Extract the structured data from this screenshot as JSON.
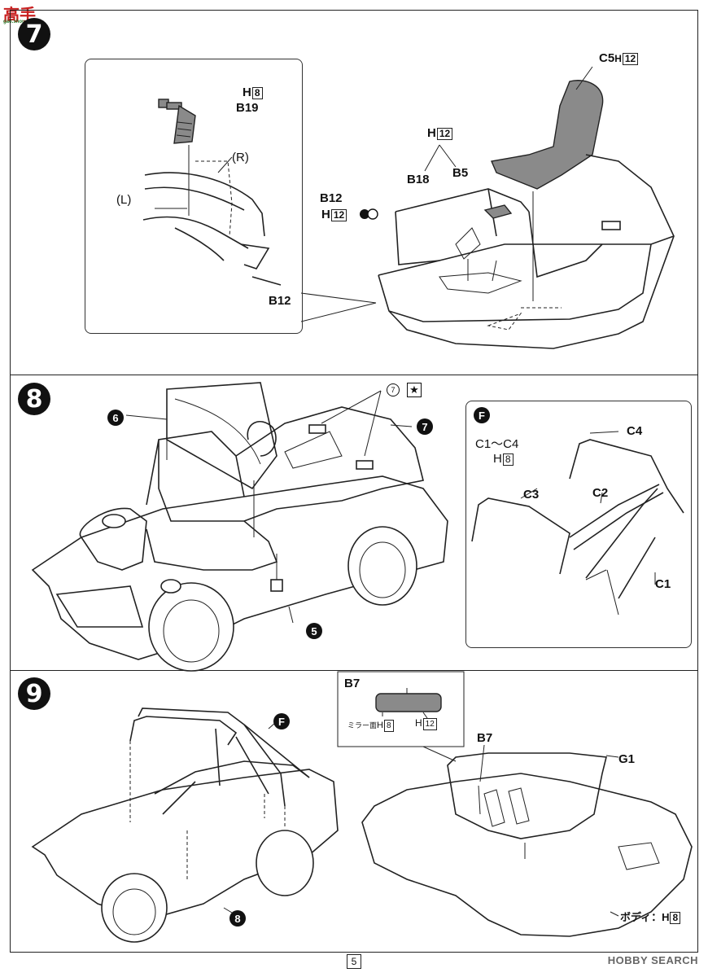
{
  "watermark": {
    "text": "高手",
    "url": "gao.shou.com"
  },
  "steps": {
    "s7": "7",
    "s8": "8",
    "s9": "9"
  },
  "step7": {
    "inset": {
      "b19_label": "B19",
      "b19_color_prefix": "H",
      "b19_color_code": "8",
      "r_label": "(R)",
      "l_label": "(L)",
      "b12_label": "B12"
    },
    "c5_label": "C5",
    "c5_color_prefix": "H",
    "c5_color_code": "12",
    "group_color_prefix": "H",
    "group_color_code": "12",
    "b18_label": "B18",
    "b5_label": "B5",
    "b12_label": "B12",
    "b12_color_prefix": "H",
    "b12_color_code": "12"
  },
  "step8": {
    "ref6": "6",
    "ref7": "7",
    "ref5": "5",
    "small7": "7",
    "star": "★",
    "subassembly": {
      "letter": "F",
      "c1c4_label": "C1～C4",
      "c1c4_color_prefix": "H",
      "c1c4_color_code": "8",
      "c1": "C1",
      "c2": "C2",
      "c3": "C3",
      "c4": "C4"
    }
  },
  "step9": {
    "refF": "F",
    "ref8": "8",
    "b7_inset": {
      "label": "B7",
      "mirror_label": "ミラー面",
      "mirror_prefix": "H",
      "mirror_code": "8",
      "frame_prefix": "H",
      "frame_code": "12"
    },
    "b7_label": "B7",
    "g1_label": "G1",
    "body_label": "ボディ：",
    "body_prefix": "H",
    "body_code": "8"
  },
  "footer": {
    "page_number": "5",
    "source": "HOBBY SEARCH"
  }
}
